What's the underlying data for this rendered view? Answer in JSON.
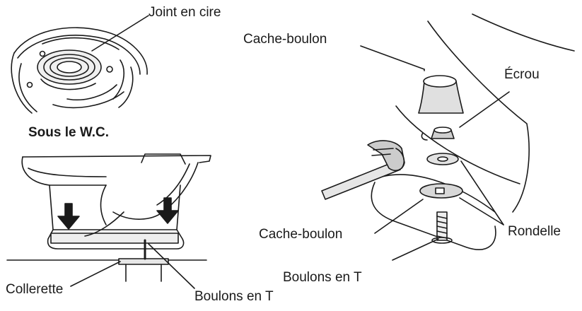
{
  "labels": {
    "wax_ring": "Joint en cire",
    "under_wc": "Sous le W.C.",
    "flange": "Collerette",
    "t_bolts_left": "Boulons en T",
    "bolt_cap_top": "Cache-boulon",
    "nut": "Écrou",
    "washer": "Rondelle",
    "bolt_cap_bottom": "Cache-boulon",
    "t_bolts_right": "Boulons en T"
  },
  "colors": {
    "line": "#1a1a1a",
    "fill_light": "#e6e6e6",
    "background": "#ffffff"
  }
}
